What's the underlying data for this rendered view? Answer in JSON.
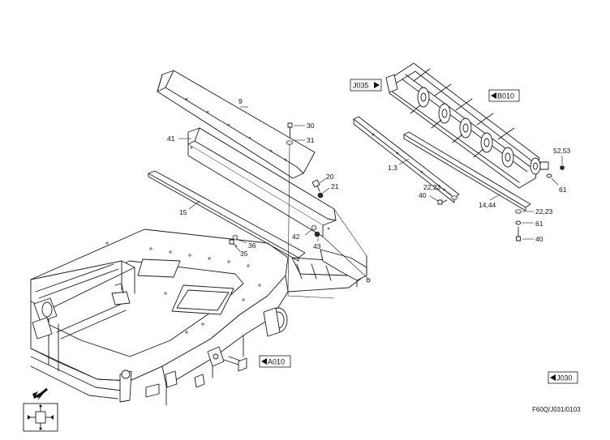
{
  "drawing_code": "F60Q/J031/0103",
  "references": [
    {
      "id": "ref-j035",
      "text": "J035",
      "arrow": "right"
    },
    {
      "id": "ref-b010",
      "text": "B010",
      "arrow": "left"
    },
    {
      "id": "ref-a010",
      "text": "A010",
      "arrow": "left"
    },
    {
      "id": "ref-j030",
      "text": "J030",
      "arrow": "left"
    }
  ],
  "callouts": {
    "c9": "9",
    "c30": "30",
    "c31": "31",
    "c41": "41",
    "c20": "20",
    "c21": "21",
    "c15": "15",
    "c42": "42",
    "c43": "43",
    "c36": "36",
    "c35": "35",
    "c13": "1,3",
    "c2223a": "22,23",
    "c40a": "40",
    "c1444": "14,44",
    "c2223b": "22,23",
    "c61a": "61",
    "c40b": "40",
    "c5253": "52,53",
    "c61b": "61"
  },
  "icons": {
    "direction": "direction-arrow-icon",
    "view": "machine-view-icon"
  }
}
